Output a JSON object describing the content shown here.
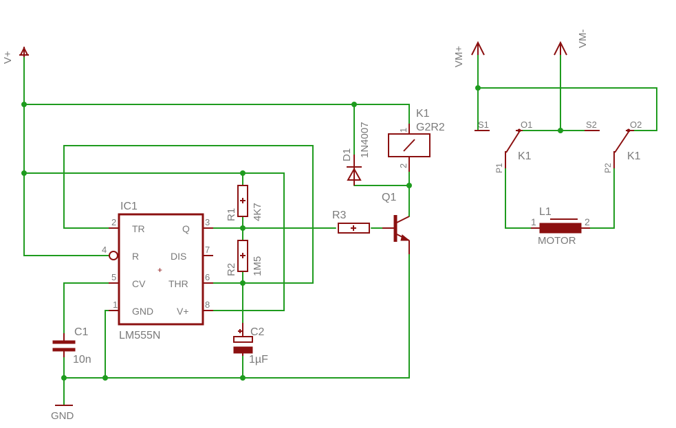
{
  "supply": {
    "vplus": "V+",
    "gnd": "GND",
    "vm_plus": "VM+",
    "vm_minus": "VM-"
  },
  "ic": {
    "name": "IC1",
    "value": "LM555N",
    "pin_labels": [
      "TR",
      "R",
      "CV",
      "GND",
      "Q",
      "DIS",
      "THR",
      "V+"
    ],
    "pin_numbers": [
      "2",
      "4",
      "5",
      "1",
      "3",
      "7",
      "6",
      "8"
    ],
    "center_mark": "+"
  },
  "r1": {
    "name": "R1",
    "value": "4K7"
  },
  "r2": {
    "name": "R2",
    "value": "1M5"
  },
  "r3": {
    "name": "R3"
  },
  "c1": {
    "name": "C1",
    "value": "10n"
  },
  "c2": {
    "name": "C2",
    "value": "1µF"
  },
  "d1": {
    "name": "D1",
    "value": "1N4007"
  },
  "q1": {
    "name": "Q1"
  },
  "k1": {
    "name": "K1",
    "value": "G2R2",
    "pin1": "1",
    "pin2": "2"
  },
  "switch1": {
    "s": "S1",
    "o": "O1",
    "p": "P1",
    "k": "K1"
  },
  "switch2": {
    "s": "S2",
    "o": "O2",
    "p": "P2",
    "k": "K1"
  },
  "l1": {
    "name": "L1",
    "value": "MOTOR",
    "pin1": "1",
    "pin2": "2"
  }
}
